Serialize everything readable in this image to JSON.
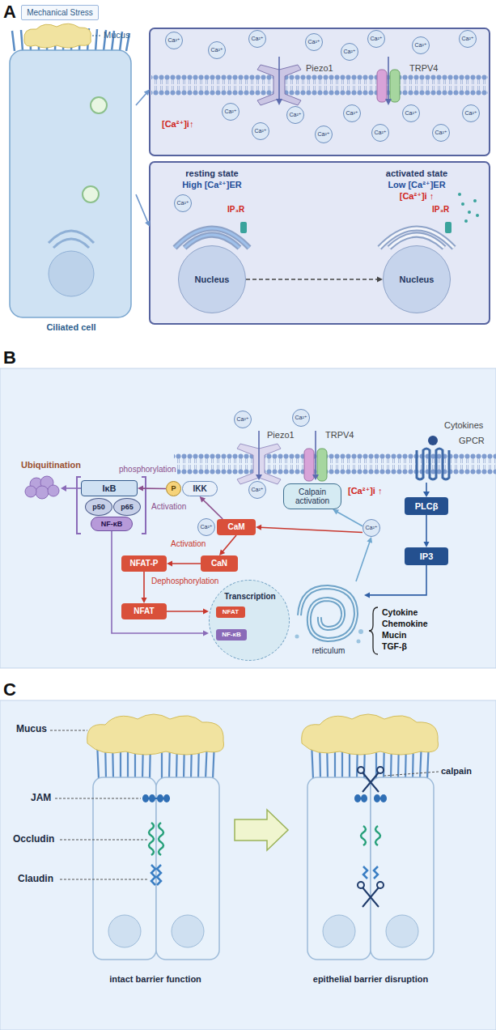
{
  "diagram": {
    "nodes": [
      {
        "text": [
          "A"
        ]
      },
      {
        "text": [
          "Mechanical Stress"
        ],
        "in": 0
      },
      {
        "text": [
          "Ciliated cell"
        ],
        "in": 0
      },
      {
        "text": [
          "[Ca²⁺]i↑"
        ],
        "in": 0
      },
      {
        "text": [
          "Ca²⁺"
        ],
        "in": 3
      },
      {
        "text": [
          "Ca²⁺"
        ],
        "in": 3
      },
      {
        "text": [
          "Ca²⁺"
        ],
        "in": 3
      },
      {
        "text": [
          "Ca²⁺"
        ],
        "in": 3
      },
      {
        "text": [
          "Ca²⁺"
        ],
        "in": 3
      },
      {
        "text": [
          "Ca²⁺"
        ],
        "in": 3
      },
      {
        "text": [
          "Ca²⁺"
        ],
        "in": 3
      },
      {
        "text": [
          "Ca²⁺"
        ],
        "in": 3
      },
      {
        "text": [
          "Ca²⁺"
        ],
        "in": 3
      },
      {
        "text": [
          "Ca²⁺"
        ],
        "in": 3
      },
      {
        "text": [
          "Ca²⁺"
        ],
        "in": 3
      },
      {
        "text": [
          "Ca²⁺"
        ],
        "in": 3
      },
      {
        "text": [
          "Ca²⁺"
        ],
        "in": 3
      },
      {
        "text": [
          "Ca²⁺"
        ],
        "in": 3
      },
      {
        "text": [
          "Ca²⁺"
        ],
        "in": 3
      },
      {
        "text": [
          "Ca²⁺"
        ],
        "in": 3
      },
      {
        "text": [
          "Ca²⁺"
        ],
        "in": 3
      },
      {
        "text": [
          "resting state",
          "High [Ca²⁺]ER",
          "activated state",
          "Low [Ca²⁺]ER",
          "[Ca²⁺]i ↑"
        ],
        "in": 0
      },
      {
        "text": [
          "Ca²⁺"
        ],
        "in": 21
      },
      {
        "text": [
          "Nucleus"
        ],
        "in": 21
      },
      {
        "text": [
          "Nucleus"
        ],
        "in": 21
      },
      {
        "text": [
          "B"
        ]
      },
      {
        "text": [
          "Ca²⁺"
        ],
        "in": 25
      },
      {
        "text": [
          "Ca²⁺"
        ],
        "in": 25
      },
      {
        "text": [
          "Ca²⁺"
        ],
        "in": 25
      },
      {
        "text": [
          "IκB"
        ],
        "in": 25
      },
      {
        "text": [
          "IKK"
        ],
        "in": 25
      },
      {
        "text": [
          "P"
        ],
        "in": 30
      },
      {
        "text": [
          "Calpain activation"
        ],
        "in": 25
      },
      {
        "text": [
          "PLCβ"
        ],
        "in": 25
      },
      {
        "text": [
          "p50"
        ],
        "in": 25
      },
      {
        "text": [
          "p65"
        ],
        "in": 25
      },
      {
        "text": [
          "NF-κB"
        ],
        "in": 25
      },
      {
        "text": [
          "Ca²⁺"
        ],
        "in": 25
      },
      {
        "text": [
          "CaM"
        ],
        "in": 25
      },
      {
        "text": [
          "Ca²⁺"
        ],
        "in": 25
      },
      {
        "text": [
          "IP3"
        ],
        "in": 25
      },
      {
        "text": [
          "NFAT-P"
        ],
        "in": 25
      },
      {
        "text": [
          "CaN"
        ],
        "in": 25
      },
      {
        "text": [
          "NFAT"
        ],
        "in": 25
      },
      {
        "text": [
          "Transcription"
        ],
        "in": 25
      },
      {
        "text": [
          "NFAT"
        ],
        "in": 44
      },
      {
        "text": [
          "NF-κB"
        ],
        "in": 44
      },
      {
        "text": [
          "reticulum"
        ],
        "in": 25
      },
      {
        "text": [
          "C"
        ]
      }
    ],
    "edges": [
      {
        "from": 2,
        "to": 3,
        "arrow": "to"
      },
      {
        "from": 2,
        "to": 21,
        "arrow": "to"
      },
      {
        "from": 23,
        "to": 24,
        "arrow": "to"
      },
      {
        "from": 33,
        "to": 40,
        "arrow": "to"
      },
      {
        "from": 40,
        "to": 47,
        "arrow": "to"
      },
      {
        "from": 47,
        "to": 39,
        "arrow": "to"
      },
      {
        "from": 39,
        "to": 32,
        "arrow": "to"
      },
      {
        "from": 39,
        "to": 38,
        "arrow": "to"
      },
      {
        "from": 38,
        "to": 30,
        "label": "Activation",
        "arrow": "to"
      },
      {
        "from": 38,
        "to": 42,
        "label": "Activation",
        "arrow": "to"
      },
      {
        "from": 42,
        "to": 41,
        "arrow": "to"
      },
      {
        "from": 41,
        "to": 43,
        "label": "Dephosphorylation",
        "arrow": "to"
      },
      {
        "from": 30,
        "to": 29,
        "label": "phosphorylation",
        "arrow": "to"
      },
      {
        "from": 43,
        "to": 44,
        "arrow": "to"
      },
      {
        "from": 36,
        "to": 44,
        "arrow": "to"
      }
    ],
    "labels": [
      "Mucus",
      "Piezo1",
      "TRPV4",
      "IP₃R",
      "IP₃R",
      "Piezo1",
      "TRPV4",
      "Cytokines",
      "GPCR",
      "Ubiquitination",
      "[Ca²⁺]i ↑",
      "Cytokine",
      "Chemokine",
      "Mucin",
      "TGF-β",
      "Mucus",
      "JAM",
      "Occludin",
      "Claudin",
      "calpain",
      "intact barrier function",
      "epithelial barrier disruption"
    ]
  }
}
